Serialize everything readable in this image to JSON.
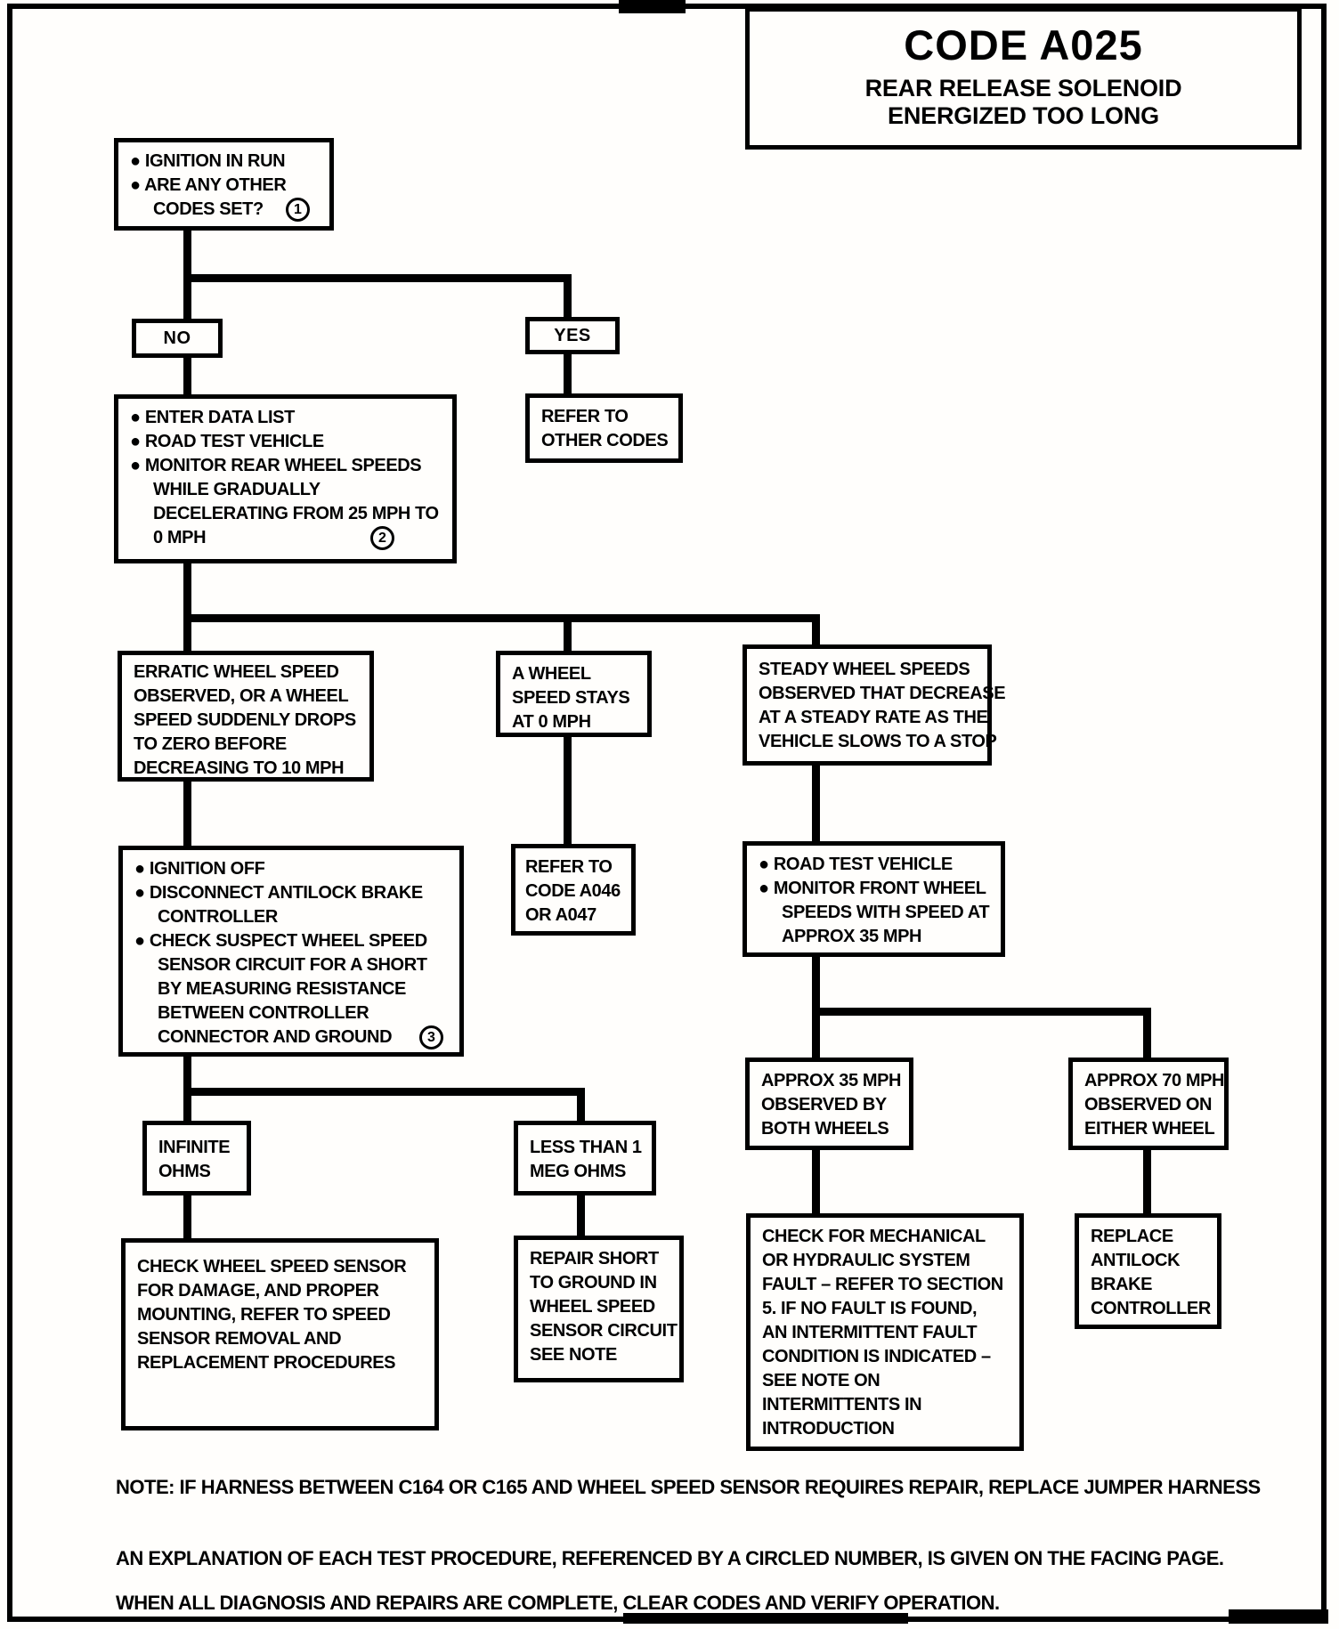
{
  "title_box": {
    "code": "CODE A025",
    "subtitle_line1": "REAR RELEASE SOLENOID",
    "subtitle_line2": "ENERGIZED TOO LONG"
  },
  "labels": {
    "no": "NO",
    "yes": "YES"
  },
  "steps": {
    "one": "1",
    "two": "2",
    "three": "3"
  },
  "nodes": {
    "start": {
      "lines": [
        "● IGNITION IN RUN",
        "● ARE ANY OTHER",
        "CODES SET?"
      ]
    },
    "enter_data": {
      "lines": [
        "● ENTER DATA LIST",
        "● ROAD TEST VEHICLE",
        "● MONITOR REAR WHEEL SPEEDS",
        "WHILE GRADUALLY",
        "DECELERATING FROM 25 MPH TO",
        "0 MPH"
      ]
    },
    "refer_other": {
      "lines": [
        "REFER TO",
        "OTHER CODES"
      ]
    },
    "erratic": {
      "lines": [
        "ERRATIC WHEEL SPEED",
        "OBSERVED, OR  A WHEEL",
        "SPEED SUDDENLY DROPS",
        "TO ZERO BEFORE",
        "DECREASING TO 10 MPH"
      ]
    },
    "wheel_zero": {
      "lines": [
        "A WHEEL",
        "SPEED STAYS",
        "AT 0 MPH"
      ]
    },
    "steady": {
      "lines": [
        "STEADY WHEEL SPEEDS",
        "OBSERVED THAT DECREASE",
        "AT A STEADY RATE AS THE",
        "VEHICLE SLOWS TO A STOP"
      ]
    },
    "ignition_off": {
      "lines": [
        "● IGNITION OFF",
        "● DISCONNECT ANTILOCK BRAKE",
        "CONTROLLER",
        "● CHECK SUSPECT WHEEL SPEED",
        "SENSOR CIRCUIT FOR A SHORT",
        "BY MEASURING RESISTANCE",
        "BETWEEN CONTROLLER",
        "CONNECTOR AND GROUND"
      ]
    },
    "refer_a046": {
      "lines": [
        "REFER TO",
        "CODE A046",
        "OR A047"
      ]
    },
    "road_test": {
      "lines": [
        "● ROAD TEST VEHICLE",
        "● MONITOR FRONT WHEEL",
        "SPEEDS WITH SPEED AT",
        "APPROX 35 MPH"
      ]
    },
    "infinite_ohms": {
      "lines": [
        "INFINITE",
        "OHMS"
      ]
    },
    "less_than": {
      "lines": [
        "LESS THAN 1",
        "MEG OHMS"
      ]
    },
    "check_sensor": {
      "lines": [
        "CHECK WHEEL SPEED SENSOR",
        "FOR DAMAGE, AND PROPER",
        "MOUNTING, REFER TO SPEED",
        "SENSOR REMOVAL AND",
        "REPLACEMENT PROCEDURES"
      ]
    },
    "repair_short": {
      "lines": [
        "REPAIR SHORT",
        "TO GROUND IN",
        "WHEEL SPEED",
        "SENSOR CIRCUIT",
        "SEE NOTE"
      ]
    },
    "approx35": {
      "lines": [
        "APPROX 35 MPH",
        "OBSERVED BY",
        "BOTH WHEELS"
      ]
    },
    "approx70": {
      "lines": [
        "APPROX 70 MPH",
        "OBSERVED ON",
        "EITHER WHEEL"
      ]
    },
    "check_mech": {
      "lines": [
        "CHECK FOR MECHANICAL",
        "OR HYDRAULIC SYSTEM",
        "FAULT – REFER TO SECTION",
        "5. IF NO FAULT IS FOUND,",
        "AN INTERMITTENT FAULT",
        "CONDITION IS INDICATED –",
        "SEE NOTE ON",
        "INTERMITTENTS IN",
        "INTRODUCTION"
      ]
    },
    "replace_controller": {
      "lines": [
        "REPLACE",
        "ANTILOCK",
        "BRAKE",
        "CONTROLLER"
      ]
    }
  },
  "notes": {
    "line1": "NOTE: IF HARNESS BETWEEN C164 OR C165 AND WHEEL SPEED SENSOR REQUIRES REPAIR, REPLACE JUMPER HARNESS",
    "line2": "AN EXPLANATION OF EACH TEST PROCEDURE, REFERENCED BY A CIRCLED NUMBER,  IS GIVEN ON THE FACING PAGE.",
    "line3": "WHEN ALL DIAGNOSIS AND REPAIRS ARE COMPLETE, CLEAR CODES AND VERIFY OPERATION."
  }
}
